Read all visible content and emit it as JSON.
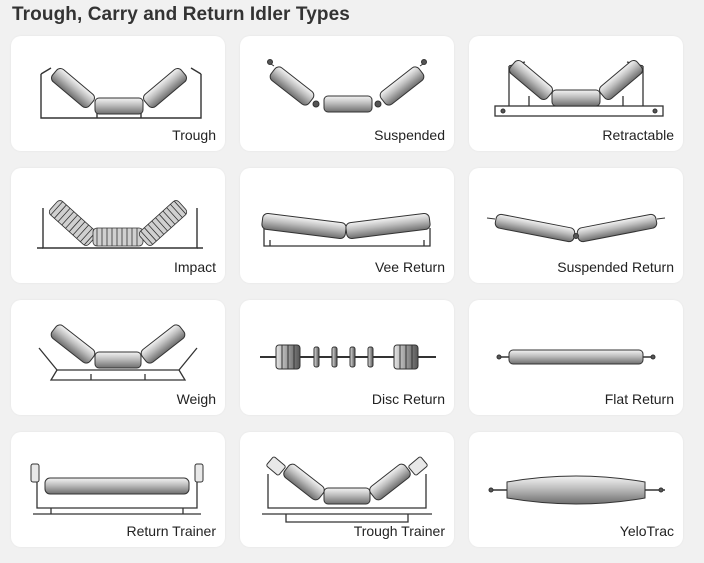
{
  "title": "Trough, Carry and Return Idler Types",
  "cards": [
    {
      "label": "Trough",
      "icon": "trough-idler"
    },
    {
      "label": "Suspended",
      "icon": "suspended-idler"
    },
    {
      "label": "Retractable",
      "icon": "retractable-idler"
    },
    {
      "label": "Impact",
      "icon": "impact-idler"
    },
    {
      "label": "Vee Return",
      "icon": "vee-return-idler"
    },
    {
      "label": "Suspended Return",
      "icon": "suspended-return-idler"
    },
    {
      "label": "Weigh",
      "icon": "weigh-idler"
    },
    {
      "label": "Disc Return",
      "icon": "disc-return-idler"
    },
    {
      "label": "Flat Return",
      "icon": "flat-return-idler"
    },
    {
      "label": "Return Trainer",
      "icon": "return-trainer-idler"
    },
    {
      "label": "Trough Trainer",
      "icon": "trough-trainer-idler"
    },
    {
      "label": "YeloTrac",
      "icon": "yelotrac-idler"
    }
  ]
}
